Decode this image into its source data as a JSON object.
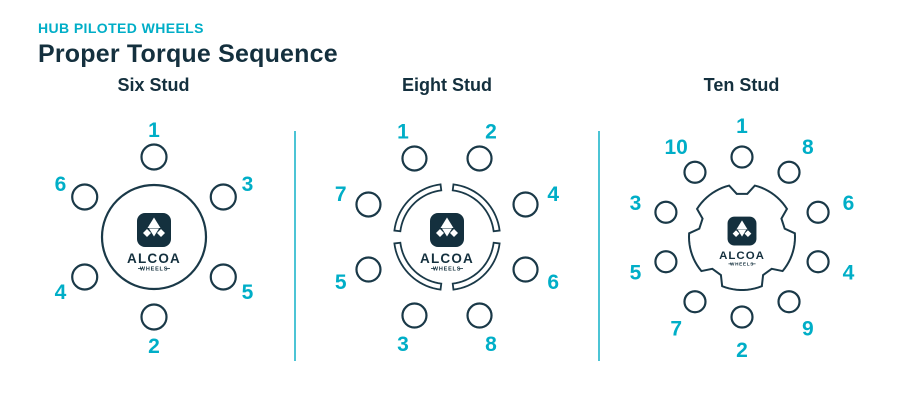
{
  "header": {
    "eyebrow": "HUB PILOTED WHEELS",
    "title": "Proper Torque Sequence"
  },
  "colors": {
    "accent": "#00aec7",
    "navy": "#14303e",
    "stroke": "#1a3948",
    "divider": "#4cc4d5"
  },
  "brand": {
    "name": "ALCOA",
    "sub": "WHEELS"
  },
  "wheels": [
    {
      "label": "Six Stud",
      "stud_count": 6,
      "hub_style": "plain",
      "hub_radius": 52,
      "stud_orbit": 80,
      "stud_radius": 12.5,
      "label_orbit": 108,
      "logo_scale": 1,
      "sequence": [
        {
          "n": "1",
          "angle": 90
        },
        {
          "n": "2",
          "angle": 270
        },
        {
          "n": "3",
          "angle": 30
        },
        {
          "n": "4",
          "angle": 210
        },
        {
          "n": "5",
          "angle": 330
        },
        {
          "n": "6",
          "angle": 150
        }
      ]
    },
    {
      "label": "Eight Stud",
      "stud_count": 8,
      "hub_style": "pads4",
      "hub_radius": 53,
      "hub_inner_radius": 47,
      "stud_orbit": 85,
      "stud_radius": 12,
      "label_orbit": 115,
      "logo_scale": 1,
      "sequence": [
        {
          "n": "1",
          "angle": 112.5
        },
        {
          "n": "2",
          "angle": 67.5
        },
        {
          "n": "3",
          "angle": 247.5
        },
        {
          "n": "4",
          "angle": 22.5
        },
        {
          "n": "5",
          "angle": 202.5
        },
        {
          "n": "6",
          "angle": 337.5
        },
        {
          "n": "7",
          "angle": 157.5
        },
        {
          "n": "8",
          "angle": 292.5
        }
      ]
    },
    {
      "label": "Ten Stud",
      "stud_count": 10,
      "hub_style": "notches5",
      "hub_radius": 53,
      "hub_inner_radius": 43.5,
      "stud_orbit": 80,
      "stud_radius": 10.5,
      "label_orbit": 112,
      "logo_scale": 0.85,
      "sequence": [
        {
          "n": "1",
          "angle": 90
        },
        {
          "n": "2",
          "angle": 270
        },
        {
          "n": "3",
          "angle": 162
        },
        {
          "n": "4",
          "angle": 342
        },
        {
          "n": "5",
          "angle": 198
        },
        {
          "n": "6",
          "angle": 18
        },
        {
          "n": "7",
          "angle": 234
        },
        {
          "n": "8",
          "angle": 54
        },
        {
          "n": "9",
          "angle": 306
        },
        {
          "n": "10",
          "angle": 126
        }
      ]
    }
  ]
}
